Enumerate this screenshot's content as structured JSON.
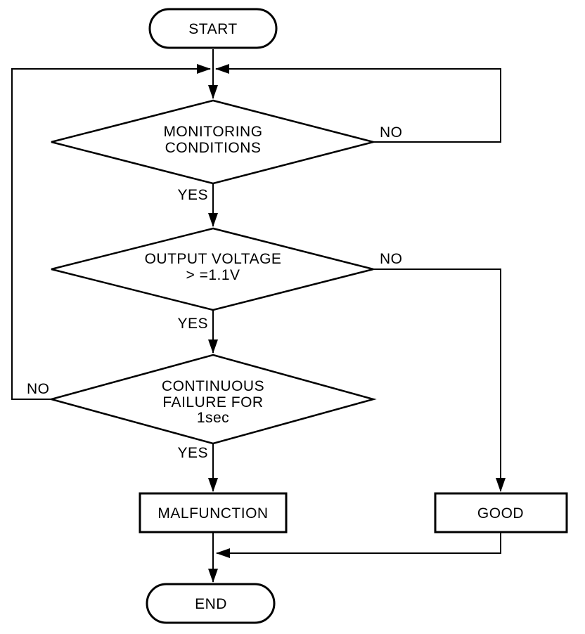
{
  "diagram": {
    "type": "flowchart",
    "nodes": {
      "start": {
        "shape": "terminator",
        "label": "START"
      },
      "decision1": {
        "shape": "decision",
        "line1": "MONITORING",
        "line2": "CONDITIONS"
      },
      "decision2": {
        "shape": "decision",
        "line1": "OUTPUT VOLTAGE",
        "line2": "> =1.1V"
      },
      "decision3": {
        "shape": "decision",
        "line1": "CONTINUOUS",
        "line2": "FAILURE FOR",
        "line3": "1sec"
      },
      "malfunction": {
        "shape": "process",
        "label": "MALFUNCTION"
      },
      "good": {
        "shape": "process",
        "label": "GOOD"
      },
      "end": {
        "shape": "terminator",
        "label": "END"
      }
    },
    "branches": {
      "decision1_no": "NO",
      "decision1_yes": "YES",
      "decision2_no": "NO",
      "decision2_yes": "YES",
      "decision3_no": "NO",
      "decision3_yes": "YES"
    },
    "edges": [
      {
        "from": "start",
        "to": "decision1"
      },
      {
        "from": "decision1",
        "to": "decision2",
        "label": "YES"
      },
      {
        "from": "decision1",
        "to": "top-junction",
        "label": "NO",
        "route": "right-loop-up"
      },
      {
        "from": "decision2",
        "to": "decision3",
        "label": "YES"
      },
      {
        "from": "decision2",
        "to": "good",
        "label": "NO",
        "route": "right-down"
      },
      {
        "from": "decision3",
        "to": "malfunction",
        "label": "YES"
      },
      {
        "from": "decision3",
        "to": "top-junction",
        "label": "NO",
        "route": "left-loop-up"
      },
      {
        "from": "malfunction",
        "to": "end"
      },
      {
        "from": "good",
        "to": "end",
        "route": "down-left-join"
      }
    ],
    "colors": {
      "stroke": "#000000",
      "text": "#000000",
      "background": "#ffffff"
    }
  }
}
